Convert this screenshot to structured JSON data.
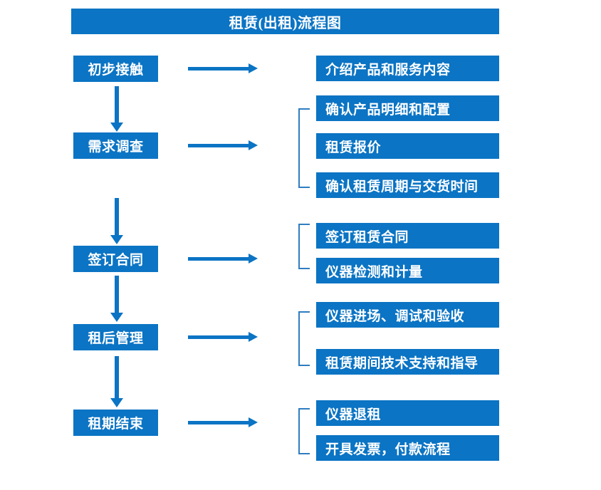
{
  "title": "租赁(出租)流程图",
  "theme": {
    "box_fill": "#0b74c4",
    "box_text": "#ffffff",
    "arrow_color": "#0b74c4",
    "bracket_color": "#2f7dc0",
    "background": "#ffffff"
  },
  "stages": [
    {
      "label": "初步接触"
    },
    {
      "label": "需求调查"
    },
    {
      "label": "签订合同"
    },
    {
      "label": "租后管理"
    },
    {
      "label": "租期结束"
    }
  ],
  "details": [
    {
      "label": "介绍产品和服务内容"
    },
    {
      "label": "确认产品明细和配置"
    },
    {
      "label": "租赁报价"
    },
    {
      "label": "确认租赁周期与交货时间"
    },
    {
      "label": "签订租赁合同"
    },
    {
      "label": "仪器检测和计量"
    },
    {
      "label": "仪器进场、调试和验收"
    },
    {
      "label": "租赁期间技术支持和指导"
    },
    {
      "label": "仪器退租"
    },
    {
      "label": "开具发票，付款流程"
    }
  ],
  "flow": [
    {
      "from": "初步接触",
      "to": "需求调查"
    },
    {
      "from": "需求调查",
      "to": "签订合同"
    },
    {
      "from": "签订合同",
      "to": "租后管理"
    },
    {
      "from": "租后管理",
      "to": "租期结束"
    }
  ],
  "groups": [
    {
      "stage": "初步接触",
      "items": [
        "介绍产品和服务内容"
      ],
      "bracket": false
    },
    {
      "stage": "需求调查",
      "items": [
        "确认产品明细和配置",
        "租赁报价",
        "确认租赁周期与交货时间"
      ],
      "bracket": true
    },
    {
      "stage": "签订合同",
      "items": [
        "签订租赁合同",
        "仪器检测和计量"
      ],
      "bracket": true
    },
    {
      "stage": "租后管理",
      "items": [
        "仪器进场、调试和验收",
        "租赁期间技术支持和指导"
      ],
      "bracket": true
    },
    {
      "stage": "租期结束",
      "items": [
        "仪器退租",
        "开具发票，付款流程"
      ],
      "bracket": true
    }
  ]
}
